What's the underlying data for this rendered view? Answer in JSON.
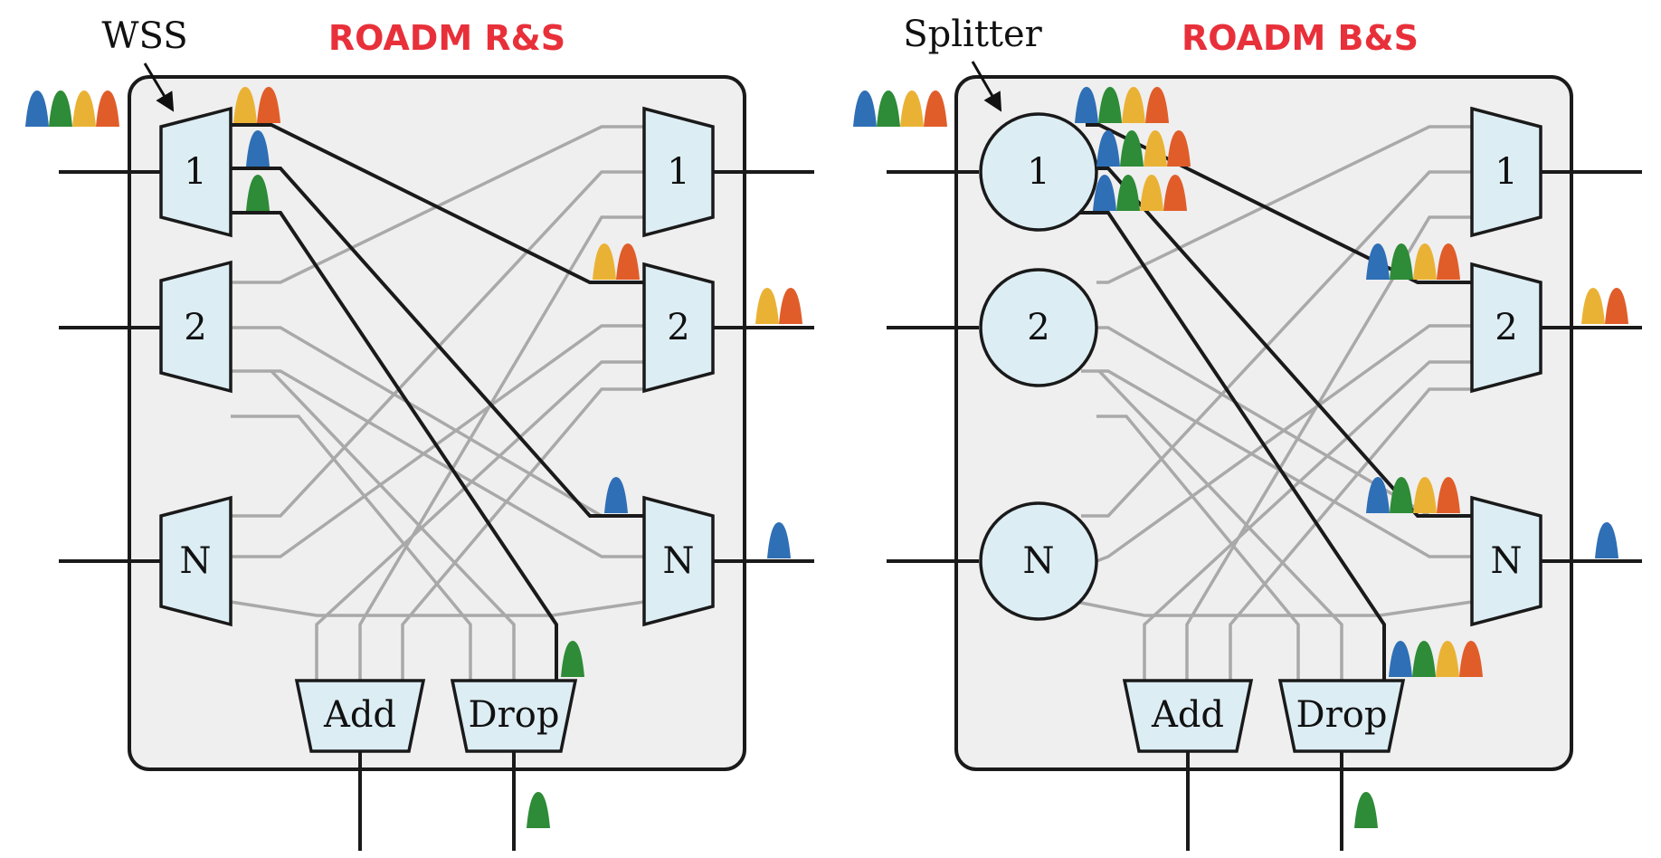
{
  "colors": {
    "blue": "#2f6fb6",
    "green": "#2e8b37",
    "yellow": "#eab235",
    "orange": "#e05d2a",
    "panel_fill": "#efefef",
    "port_fill": "#dcedf4",
    "title_red": "#e8303a"
  },
  "panels": [
    {
      "title": "ROADM R&S",
      "callout": "WSS",
      "ports": [
        "1",
        "2",
        "N",
        "1",
        "2",
        "N"
      ],
      "add_label": "Add",
      "drop_label": "Drop"
    },
    {
      "title": "ROADM B&S",
      "callout": "Splitter",
      "ports": [
        "1",
        "2",
        "N",
        "1",
        "2",
        "N"
      ],
      "add_label": "Add",
      "drop_label": "Drop"
    }
  ]
}
